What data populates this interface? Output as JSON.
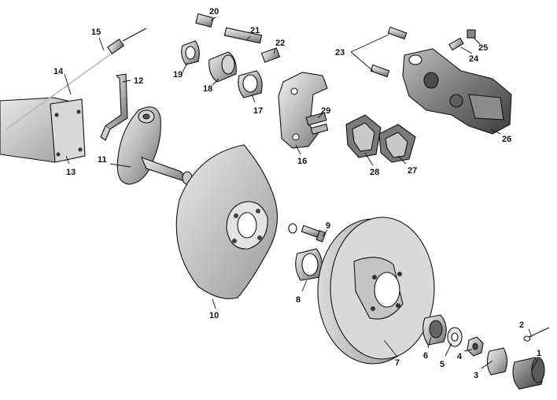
{
  "diagram": {
    "colors": {
      "ink": "#111111",
      "metal_light": "#e6e6e6",
      "metal_mid": "#b9b9b9",
      "metal_dark": "#7d7d7d",
      "metal_shadow": "#4a4a4a",
      "background": "#ffffff"
    },
    "labels": [
      {
        "id": "p1",
        "text": "1"
      },
      {
        "id": "p2",
        "text": "2"
      },
      {
        "id": "p3",
        "text": "3"
      },
      {
        "id": "p4",
        "text": "4"
      },
      {
        "id": "p5",
        "text": "5"
      },
      {
        "id": "p6",
        "text": "6"
      },
      {
        "id": "p7",
        "text": "7"
      },
      {
        "id": "p8",
        "text": "8"
      },
      {
        "id": "p9",
        "text": "9"
      },
      {
        "id": "p10",
        "text": "10"
      },
      {
        "id": "p11",
        "text": "11"
      },
      {
        "id": "p12",
        "text": "12"
      },
      {
        "id": "p13",
        "text": "13"
      },
      {
        "id": "p14",
        "text": "14"
      },
      {
        "id": "p15",
        "text": "15"
      },
      {
        "id": "p16",
        "text": "16"
      },
      {
        "id": "p17",
        "text": "17"
      },
      {
        "id": "p18",
        "text": "18"
      },
      {
        "id": "p19",
        "text": "19"
      },
      {
        "id": "p20",
        "text": "20"
      },
      {
        "id": "p21",
        "text": "21"
      },
      {
        "id": "p22",
        "text": "22"
      },
      {
        "id": "p23",
        "text": "23"
      },
      {
        "id": "p24",
        "text": "24"
      },
      {
        "id": "p25",
        "text": "25"
      },
      {
        "id": "p26",
        "text": "26"
      },
      {
        "id": "p27",
        "text": "27"
      },
      {
        "id": "p28",
        "text": "28"
      },
      {
        "id": "p29",
        "text": "29"
      }
    ]
  }
}
